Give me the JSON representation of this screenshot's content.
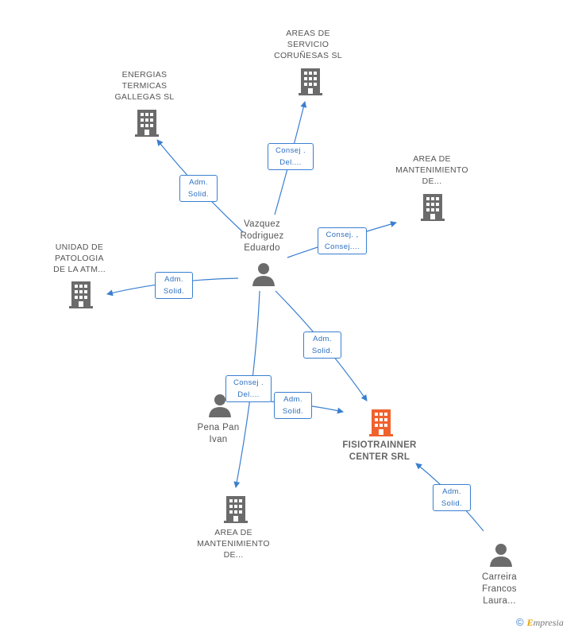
{
  "nodes": {
    "areas_servicio": {
      "label": "AREAS DE\nSERVICIO\nCORUÑESAS SL"
    },
    "energias": {
      "label": "ENERGIAS\nTERMICAS\nGALLEGAS  SL"
    },
    "area_mant_1": {
      "label": "AREA DE\nMANTENIMIENTO\nDE..."
    },
    "unidad": {
      "label": "UNIDAD DE\nPATOLOGIA\nDE LA ATM..."
    },
    "vazquez": {
      "label": "Vazquez\nRodriguez\nEduardo"
    },
    "pena": {
      "label": "Pena Pan\nIvan"
    },
    "fisiotrainner": {
      "label": "FISIOTRAINNER\nCENTER SRL"
    },
    "area_mant_2": {
      "label": "AREA DE\nMANTENIMIENTO\nDE..."
    },
    "carreira": {
      "label": "Carreira\nFrancos\nLaura..."
    }
  },
  "edges": {
    "e1": {
      "label": "Consej .\nDel...."
    },
    "e2": {
      "label": "Adm.\nSolid."
    },
    "e3": {
      "label": "Consej. ,\nConsej...."
    },
    "e4": {
      "label": "Adm.\nSolid."
    },
    "e5": {
      "label": "Adm.\nSolid."
    },
    "e6": {
      "label": "Consej .\nDel...."
    },
    "e7": {
      "label": "Adm.\nSolid."
    },
    "e8": {
      "label": "Adm.\nSolid."
    }
  },
  "colors": {
    "edge": "#3a7fd0",
    "building": "#6b6b6b",
    "main_building": "#f0622d",
    "person": "#6b6b6b"
  },
  "brand": {
    "copyright": "©",
    "e": "E",
    "rest": "mpresia"
  }
}
